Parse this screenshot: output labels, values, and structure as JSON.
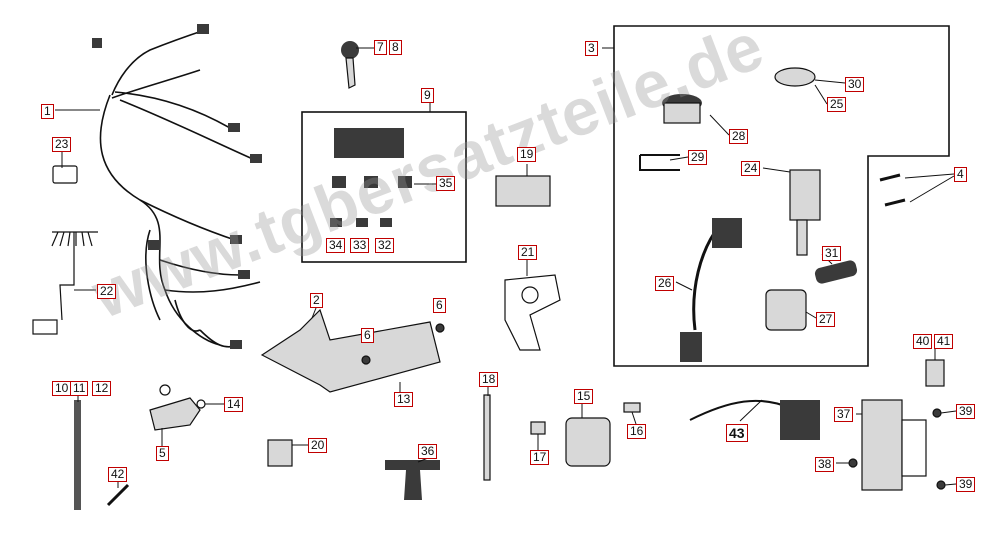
{
  "diagram": {
    "watermark": "www.tgbersatzteile.de",
    "colors": {
      "callout_border": "#c00000",
      "line": "#111111",
      "part_fill": "#d8d8d8",
      "part_dark": "#3a3a3a"
    },
    "callouts": [
      {
        "id": "c1",
        "label": "1"
      },
      {
        "id": "c23",
        "label": "23"
      },
      {
        "id": "c22",
        "label": "22"
      },
      {
        "id": "c10",
        "label": "10"
      },
      {
        "id": "c11",
        "label": "11"
      },
      {
        "id": "c12",
        "label": "12"
      },
      {
        "id": "c42",
        "label": "42"
      },
      {
        "id": "c5",
        "label": "5"
      },
      {
        "id": "c14",
        "label": "14"
      },
      {
        "id": "c20",
        "label": "20"
      },
      {
        "id": "c36",
        "label": "36"
      },
      {
        "id": "c7",
        "label": "7"
      },
      {
        "id": "c8",
        "label": "8"
      },
      {
        "id": "c9",
        "label": "9"
      },
      {
        "id": "c35",
        "label": "35"
      },
      {
        "id": "c34",
        "label": "34"
      },
      {
        "id": "c33",
        "label": "33"
      },
      {
        "id": "c32",
        "label": "32"
      },
      {
        "id": "c2",
        "label": "2"
      },
      {
        "id": "c6a",
        "label": "6"
      },
      {
        "id": "c6b",
        "label": "6"
      },
      {
        "id": "c13",
        "label": "13"
      },
      {
        "id": "c18",
        "label": "18"
      },
      {
        "id": "c19",
        "label": "19"
      },
      {
        "id": "c21",
        "label": "21"
      },
      {
        "id": "c15",
        "label": "15"
      },
      {
        "id": "c16",
        "label": "16"
      },
      {
        "id": "c17",
        "label": "17"
      },
      {
        "id": "c3",
        "label": "3"
      },
      {
        "id": "c30",
        "label": "30"
      },
      {
        "id": "c25",
        "label": "25"
      },
      {
        "id": "c28",
        "label": "28"
      },
      {
        "id": "c29",
        "label": "29"
      },
      {
        "id": "c24",
        "label": "24"
      },
      {
        "id": "c4",
        "label": "4"
      },
      {
        "id": "c31",
        "label": "31"
      },
      {
        "id": "c26",
        "label": "26"
      },
      {
        "id": "c27",
        "label": "27"
      },
      {
        "id": "c40",
        "label": "40"
      },
      {
        "id": "c41",
        "label": "41"
      },
      {
        "id": "c43",
        "label": "43"
      },
      {
        "id": "c37",
        "label": "37"
      },
      {
        "id": "c39a",
        "label": "39"
      },
      {
        "id": "c38",
        "label": "38"
      },
      {
        "id": "c39b",
        "label": "39"
      }
    ]
  }
}
